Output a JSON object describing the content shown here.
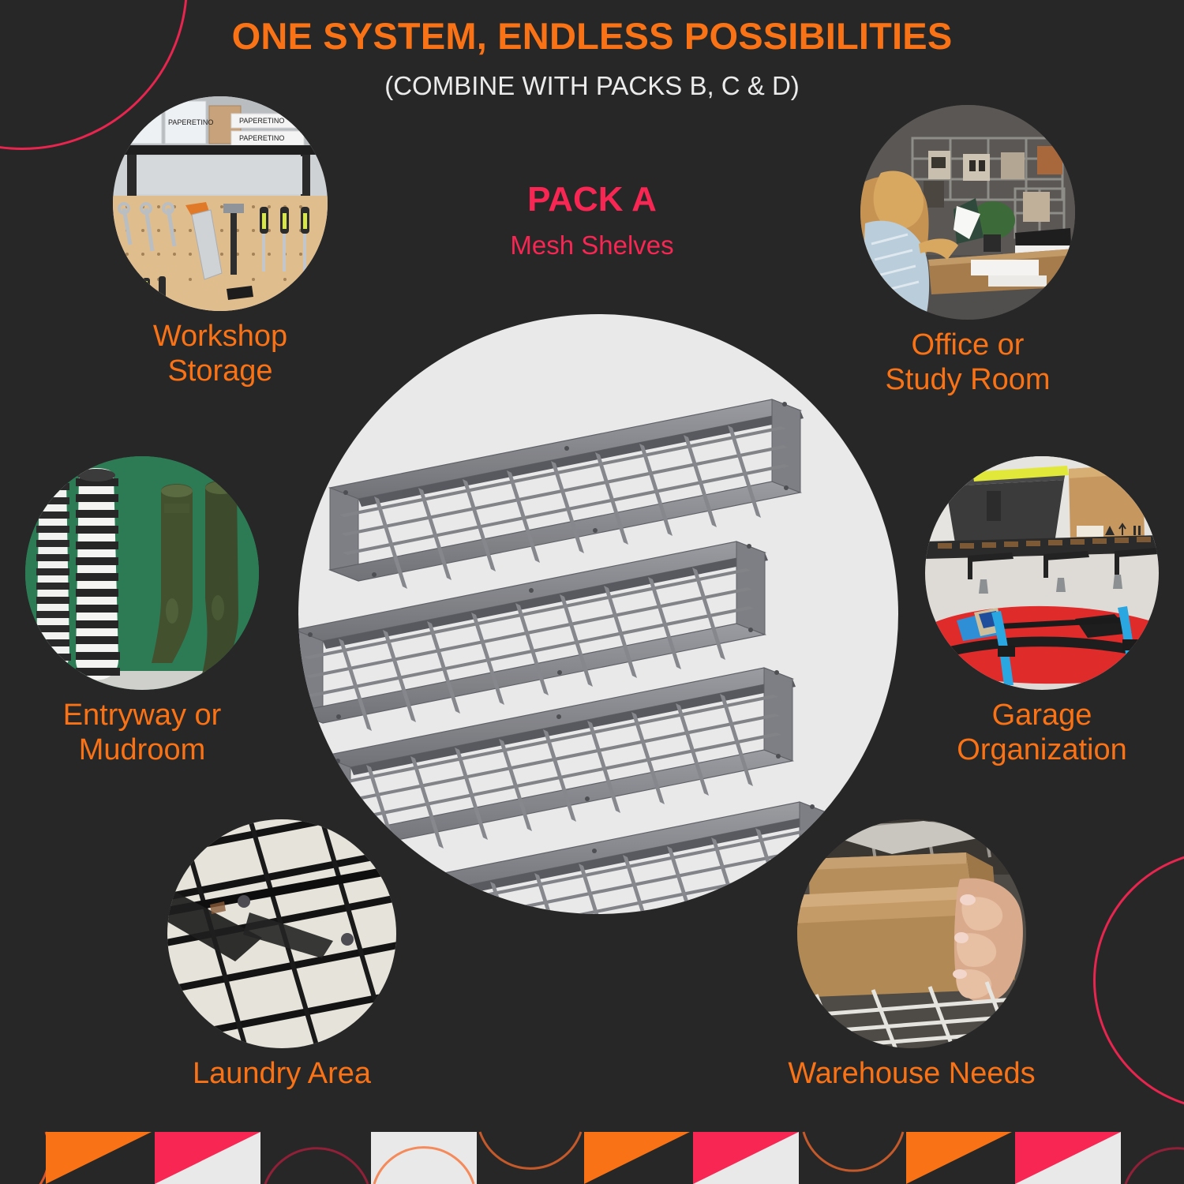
{
  "theme": {
    "background": "#272727",
    "orange": "#f97316",
    "pink": "#f72653",
    "white": "#ebebeb",
    "hero_circle": "#e9e9e9"
  },
  "header": {
    "title": "ONE SYSTEM, ENDLESS POSSIBILITIES",
    "subtitle": "(COMBINE WITH PACKS B, C & D)"
  },
  "pack": {
    "name": "PACK A",
    "description": "Mesh Shelves"
  },
  "hero": {
    "name": "mesh-shelves-product-render",
    "shelf_count": 4
  },
  "features": [
    {
      "key": "workshop",
      "label_line1": "Workshop",
      "label_line2": "Storage",
      "image": "workshop-pegboard-tools-photo"
    },
    {
      "key": "office",
      "label_line1": "Office or",
      "label_line2": "Study Room",
      "image": "office-desk-woman-photo"
    },
    {
      "key": "entryway",
      "label_line1": "Entryway or",
      "label_line2": "Mudroom",
      "image": "rain-boots-green-wall-photo"
    },
    {
      "key": "garage",
      "label_line1": "Garage",
      "label_line2": "Organization",
      "image": "garage-overhead-rack-kayak-photo"
    },
    {
      "key": "laundry",
      "label_line1": "Laundry Area",
      "label_line2": "",
      "image": "black-wire-shelf-closeup-photo"
    },
    {
      "key": "warehouse",
      "label_line1": "Warehouse Needs",
      "label_line2": "",
      "image": "warehouse-boxes-hand-photo"
    }
  ],
  "decorations": {
    "arc_top_left": "pink-outline-circle",
    "arc_bottom_right": "pink-outline-circle",
    "bottom_strip": "orange-pink-triangle-and-arc-pattern"
  }
}
